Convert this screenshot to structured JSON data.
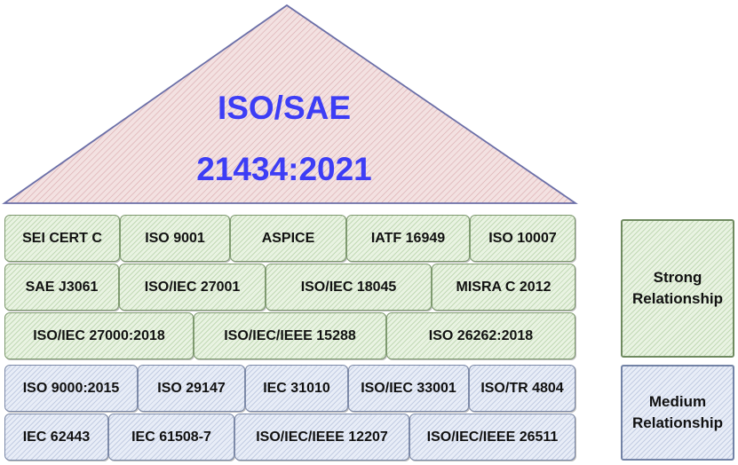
{
  "roof": {
    "line1": "ISO/SAE",
    "line2": "21434:2021"
  },
  "colors": {
    "title": "#3d3df5",
    "strong_fill": "#e9f3e2",
    "medium_fill": "#e8edf7",
    "roof_fill": "#f2dada"
  },
  "strong_rows": [
    [
      "SEI CERT C",
      "ISO 9001",
      "ASPICE",
      "IATF 16949",
      "ISO 10007"
    ],
    [
      "SAE J3061",
      "ISO/IEC 27001",
      "ISO/IEC 18045",
      "MISRA C 2012"
    ],
    [
      "ISO/IEC 27000:2018",
      "ISO/IEC/IEEE 15288",
      "ISO 26262:2018"
    ]
  ],
  "medium_rows": [
    [
      "ISO 9000:2015",
      "ISO 29147",
      "IEC 31010",
      "ISO/IEC 33001",
      "ISO/TR 4804"
    ],
    [
      "IEC 62443",
      "IEC 61508-7",
      "ISO/IEC/IEEE 12207",
      "ISO/IEC/IEEE 26511"
    ]
  ],
  "legend": {
    "strong_line1": "Strong",
    "strong_line2": "Relationship",
    "medium_line1": "Medium",
    "medium_line2": "Relationship"
  }
}
